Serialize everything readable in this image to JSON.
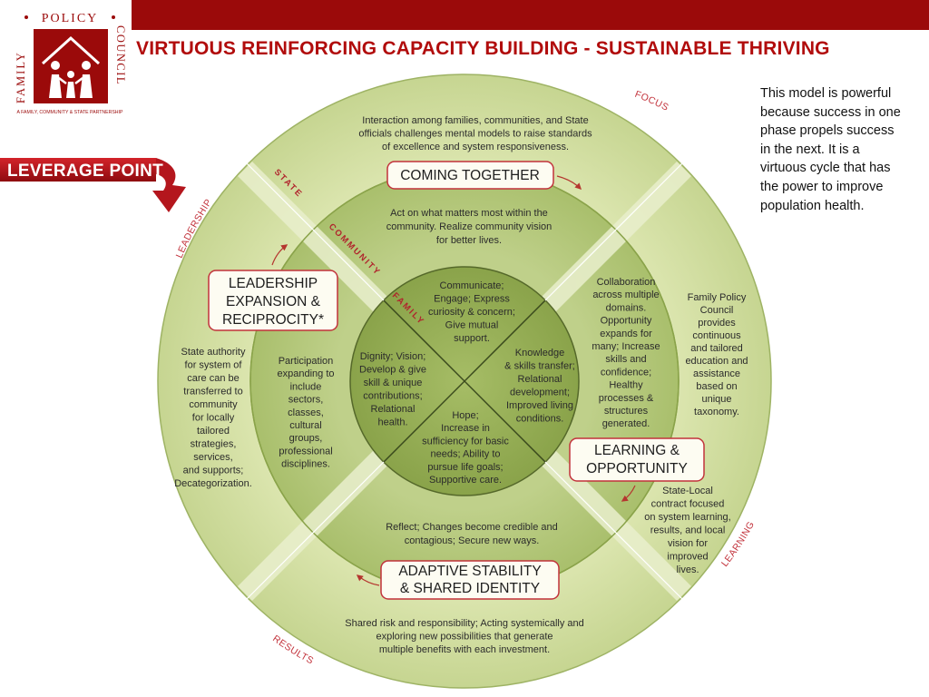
{
  "header": {
    "title": "VIRTUOUS REINFORCING CAPACITY BUILDING - SUSTAINABLE THRIVING"
  },
  "logo": {
    "top_word": "POLICY",
    "left_word": "FAMILY",
    "right_word": "COUNCIL",
    "tagline": "A FAMILY, COMMUNITY & STATE PARTNERSHIP",
    "brand_color": "#9b0a0a"
  },
  "leverage": {
    "label": "LEVERAGE POINT"
  },
  "side_note": "This model is powerful because success in one phase propels success in the next.  It is a virtuous cycle that has the power to improve population health.",
  "diagram": {
    "colors": {
      "outer": "#d4dfa4",
      "middle": "#b7ca7d",
      "inner": "#98b058",
      "pill_border": "#c2323b",
      "arrow": "#b5362f"
    },
    "rim_labels": {
      "focus": "FOCUS",
      "leadership": "LEADERSHIP",
      "learning": "LEARNING",
      "results": "RESULTS"
    },
    "band_labels": {
      "state": "STATE",
      "community": "COMMUNITY",
      "family": "FAMILY"
    },
    "phases": {
      "coming_together": "COMING TOGETHER",
      "leadership": [
        "LEADERSHIP",
        "EXPANSION &",
        "RECIPROCITY*"
      ],
      "learning": [
        "LEARNING &",
        "OPPORTUNITY"
      ],
      "adaptive": [
        "ADAPTIVE STABILITY",
        "& SHARED IDENTITY"
      ]
    },
    "outer_text": {
      "top": [
        "Interaction among families, communities, and State",
        "officials challenges mental models to raise standards",
        "of excellence and system responsiveness."
      ],
      "left": [
        "State authority",
        "for system of",
        "care can be",
        "transferred to",
        "community",
        "for locally",
        "tailored",
        "strategies,",
        "services,",
        "and supports;",
        "Decategorization."
      ],
      "right": [
        "Family Policy",
        "Council",
        "provides",
        "continuous",
        "and tailored",
        "education and",
        "assistance",
        "based on",
        "unique",
        "taxonomy."
      ],
      "bottom_right": [
        "State-Local",
        "contract focused",
        "on system learning,",
        "results, and local",
        "vision for",
        "improved",
        "lives."
      ],
      "bottom": [
        "Shared risk and responsibility; Acting systemically and",
        "exploring new possibilities that generate",
        "multiple benefits with each investment."
      ]
    },
    "middle_text": {
      "top": [
        "Act on what matters most within the",
        "community. Realize community vision",
        "for better lives."
      ],
      "left": [
        "Participation",
        "expanding to",
        "include",
        "sectors,",
        "classes,",
        "cultural",
        "groups,",
        "professional",
        "disciplines."
      ],
      "right": [
        "Collaboration",
        "across multiple",
        "domains.",
        "Opportunity",
        "expands for",
        "many; Increase",
        "skills and",
        "confidence;",
        "Healthy",
        "processes &",
        "structures",
        "generated."
      ],
      "bottom": [
        "Reflect; Changes become credible and",
        "contagious; Secure new ways."
      ]
    },
    "inner_text": {
      "top": [
        "Communicate;",
        "Engage; Express",
        "curiosity & concern;",
        "Give mutual",
        "support."
      ],
      "left": [
        "Dignity; Vision;",
        "Develop & give",
        "skill & unique",
        "contributions;",
        "Relational",
        "health."
      ],
      "right": [
        "Knowledge",
        "& skills transfer;",
        "Relational",
        "development;",
        "Improved living",
        "conditions."
      ],
      "bottom": [
        "Hope;",
        "Increase in",
        "sufficiency for basic",
        "needs; Ability to",
        "pursue life goals;",
        "Supportive care."
      ]
    }
  }
}
